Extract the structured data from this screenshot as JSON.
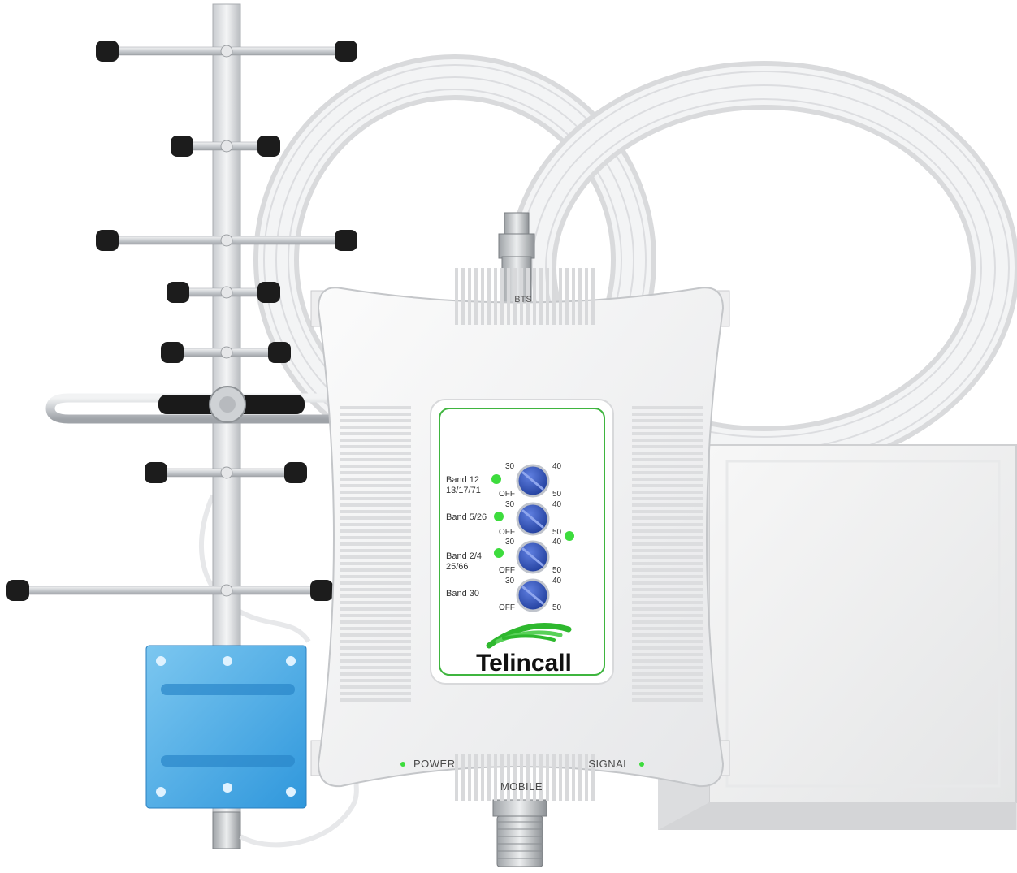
{
  "booster": {
    "brand": "Telincall",
    "top_port_label": "BTS",
    "bottom_port_label": "MOBILE",
    "power_label": "POWER",
    "signal_label": "SIGNAL",
    "bands": [
      {
        "label_line1": "Band 12",
        "label_line2": "13/17/71",
        "dial_top_left": "30",
        "dial_top_right": "40",
        "dial_bottom_left": "OFF",
        "dial_bottom_right": "50"
      },
      {
        "label_line1": "Band 5/26",
        "label_line2": "",
        "dial_top_left": "30",
        "dial_top_right": "40",
        "dial_bottom_left": "OFF",
        "dial_bottom_right": "50"
      },
      {
        "label_line1": "Band 2/4",
        "label_line2": "25/66",
        "dial_top_left": "30",
        "dial_top_right": "40",
        "dial_bottom_left": "OFF",
        "dial_bottom_right": "50"
      },
      {
        "label_line1": "Band 30",
        "label_line2": "",
        "dial_top_left": "30",
        "dial_top_right": "40",
        "dial_bottom_left": "OFF",
        "dial_bottom_right": "50"
      }
    ]
  },
  "colors": {
    "led_green": "#3ddc3d",
    "dial_blue": "#2c4fb8",
    "panel_border_green": "#3fb53f",
    "mount_plate_blue": "#3fa7e6",
    "logo_green": "#2eb82e"
  },
  "icons": [
    "yagi-antenna",
    "coax-cable-coil",
    "panel-antenna",
    "signal-arc-logo-icon"
  ]
}
